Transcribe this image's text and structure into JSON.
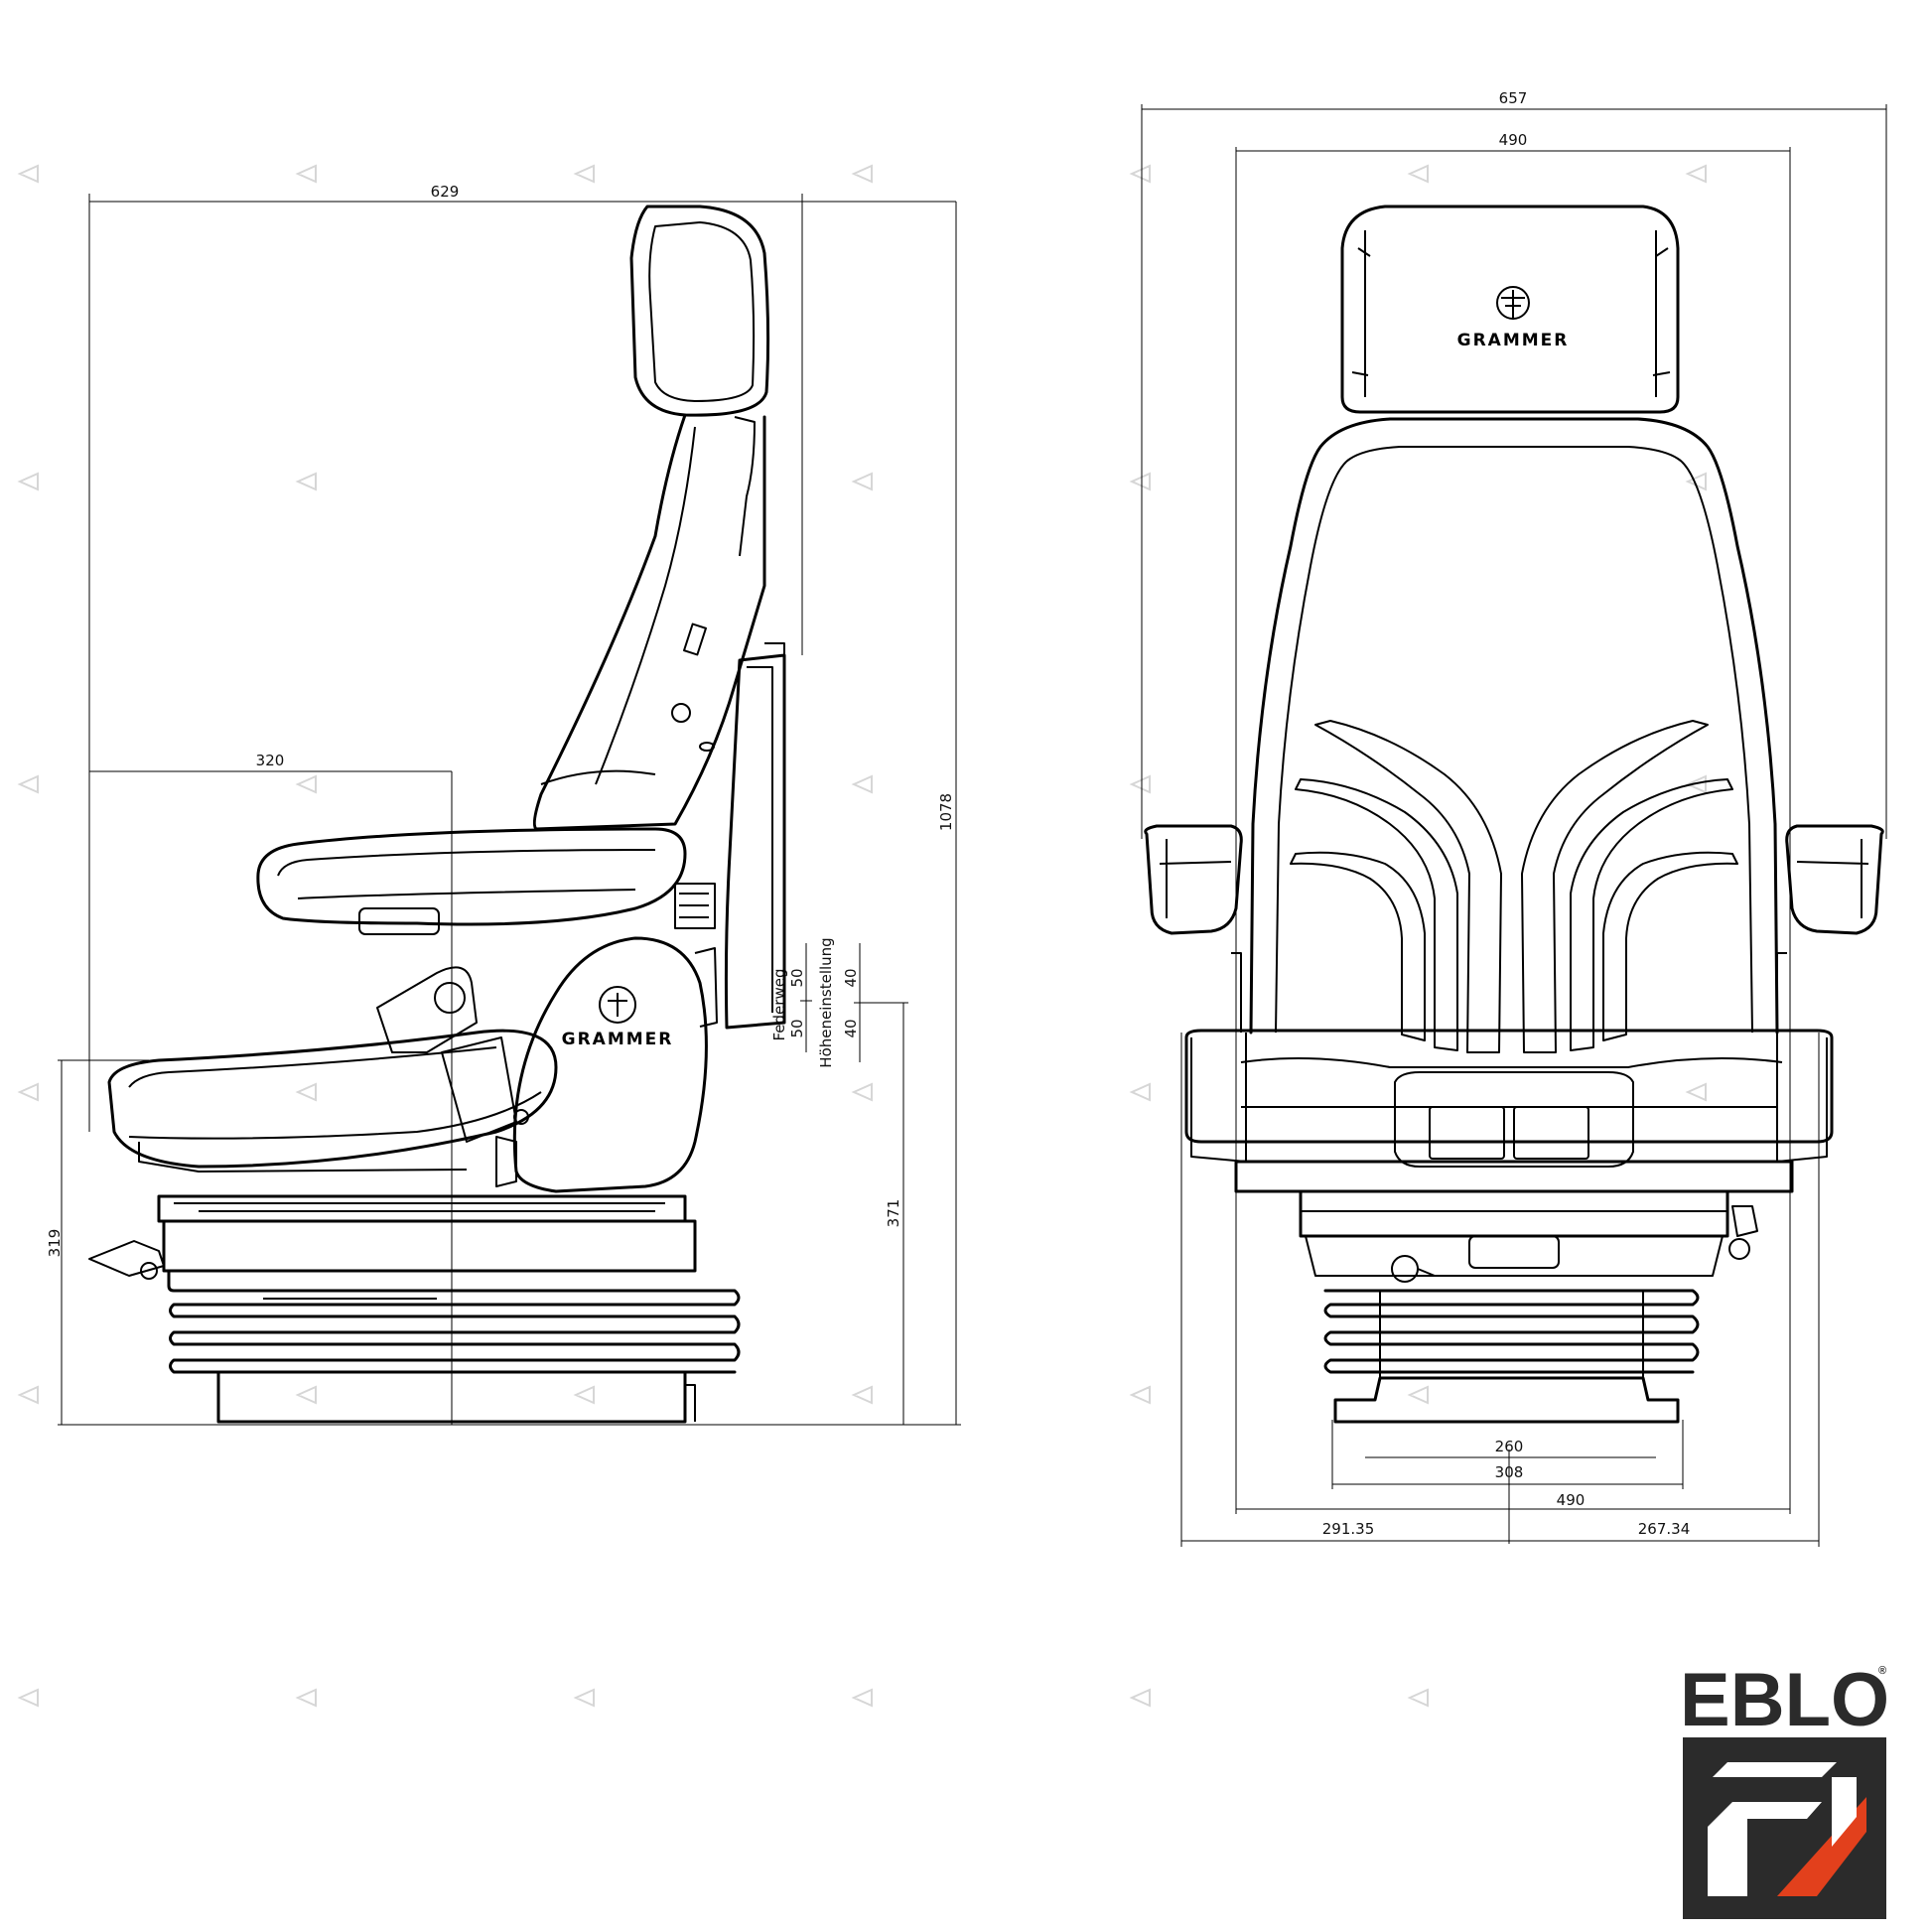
{
  "side_view": {
    "overall_depth": "629",
    "seat_depth": "320",
    "overall_height": "1078",
    "base_height": "319",
    "suspension_height": "371",
    "suspension_travel_label": "Federweg",
    "suspension_travel_a": "50",
    "suspension_travel_b": "50",
    "height_adjust_label": "Höheneinstellung",
    "height_adjust_a": "40",
    "height_adjust_b": "40"
  },
  "front_view": {
    "overall_width": "657",
    "seat_width": "490",
    "base_inner": "260",
    "base_outer": "308",
    "base_width": "490",
    "left_offset": "291.35",
    "right_offset": "267.34",
    "headrest_brand": "GRAMMER"
  },
  "logo": {
    "text": "EBLO",
    "accent_color": "#e2401c",
    "dark_color": "#2b2b2b"
  },
  "colors": {
    "line": "#000000",
    "background": "#ffffff"
  }
}
